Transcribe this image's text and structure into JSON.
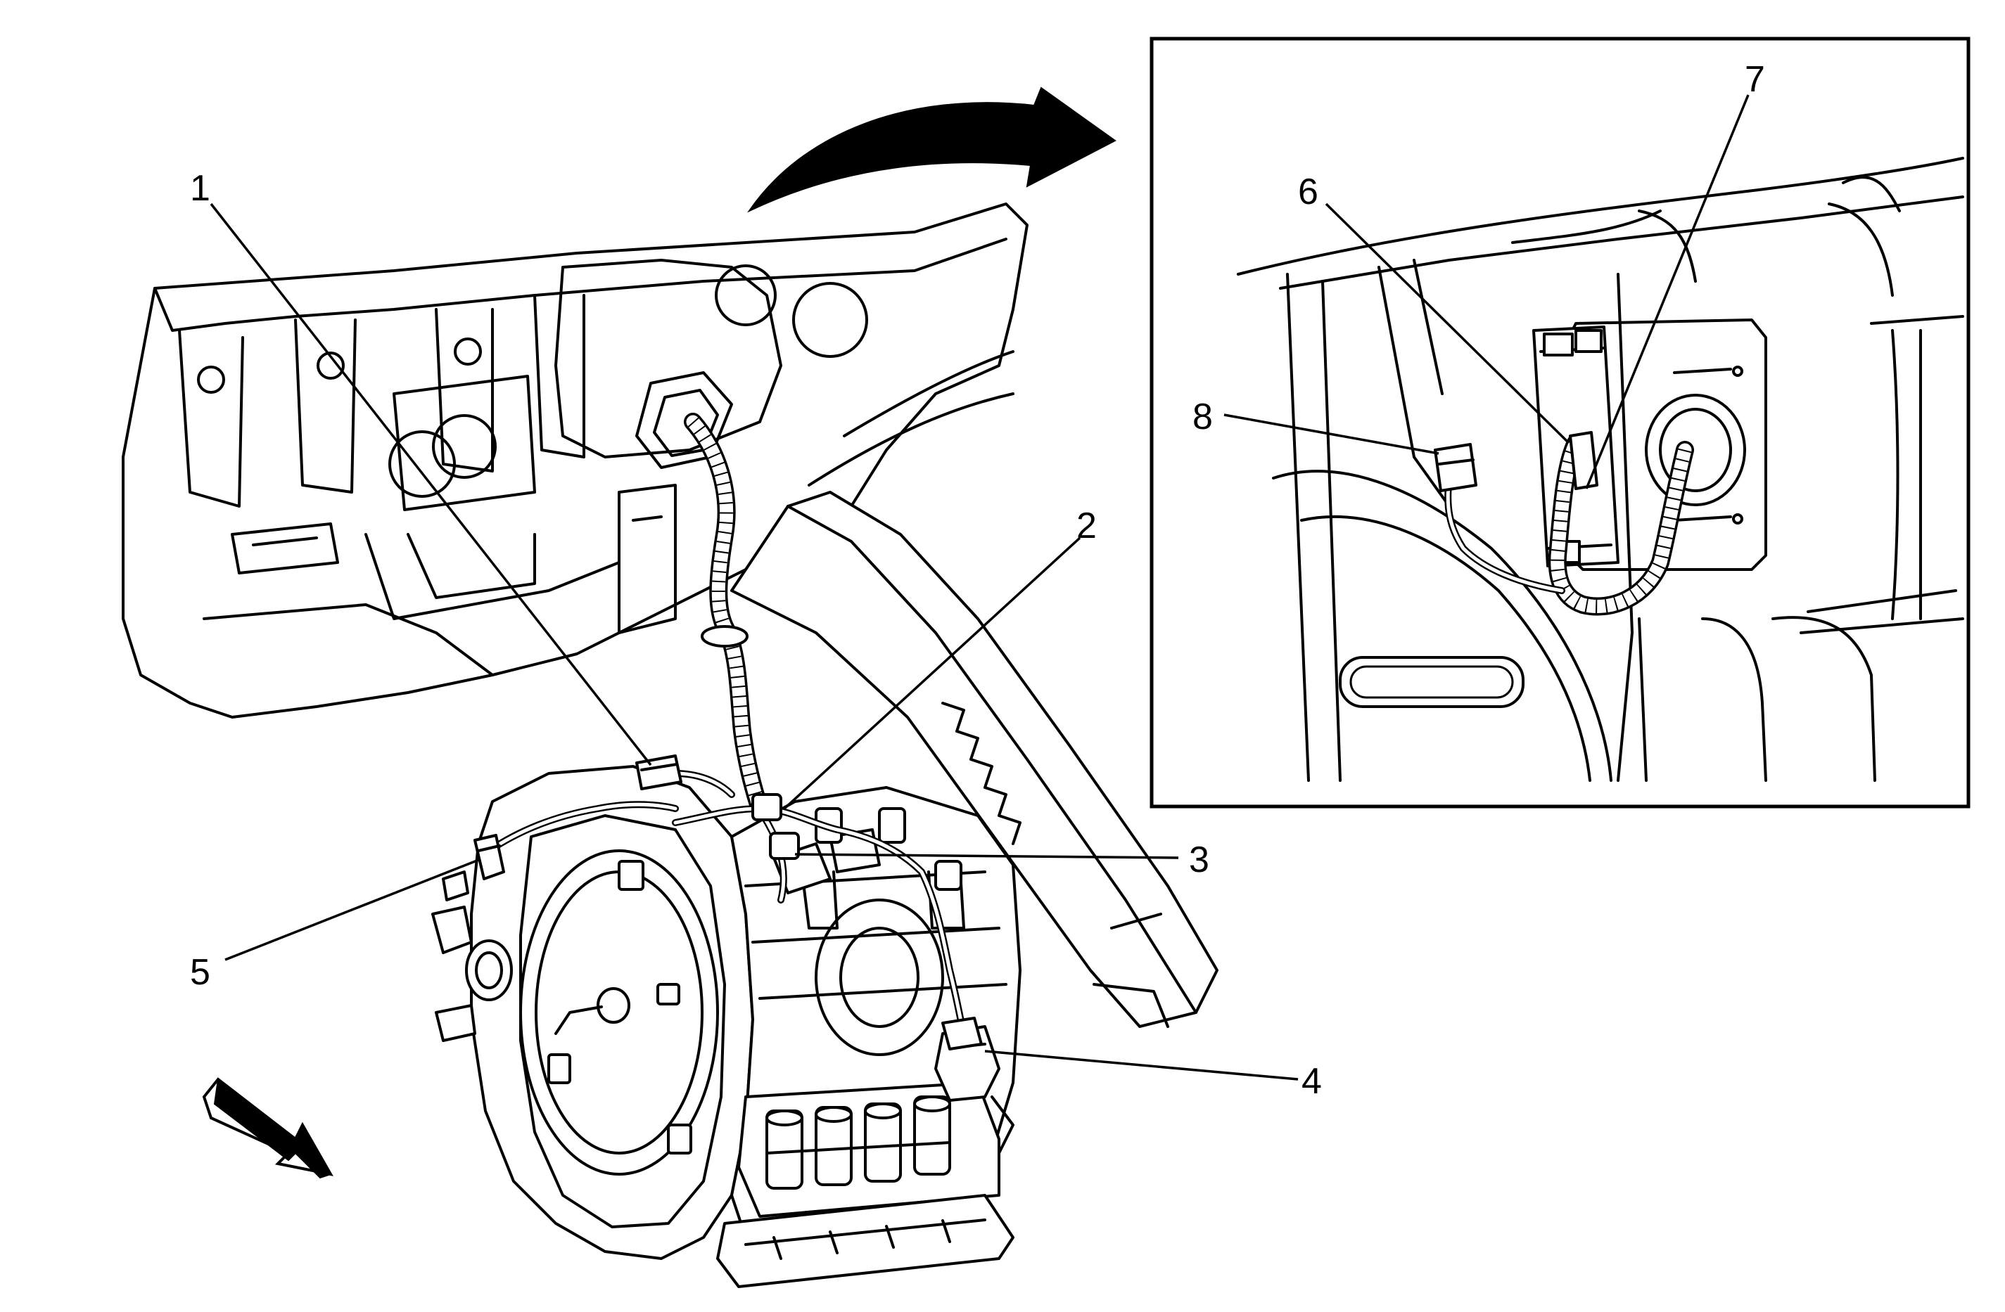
{
  "callouts": [
    {
      "id": "1",
      "label": "1"
    },
    {
      "id": "2",
      "label": "2"
    },
    {
      "id": "3",
      "label": "3"
    },
    {
      "id": "4",
      "label": "4"
    },
    {
      "id": "5",
      "label": "5"
    },
    {
      "id": "6",
      "label": "6"
    },
    {
      "id": "7",
      "label": "7"
    },
    {
      "id": "8",
      "label": "8"
    }
  ],
  "colors": {
    "line": "#000000",
    "background": "#ffffff"
  },
  "icons": {
    "view_arrow": "curved-arrow-icon",
    "direction_arrow": "front-direction-arrow-icon"
  }
}
